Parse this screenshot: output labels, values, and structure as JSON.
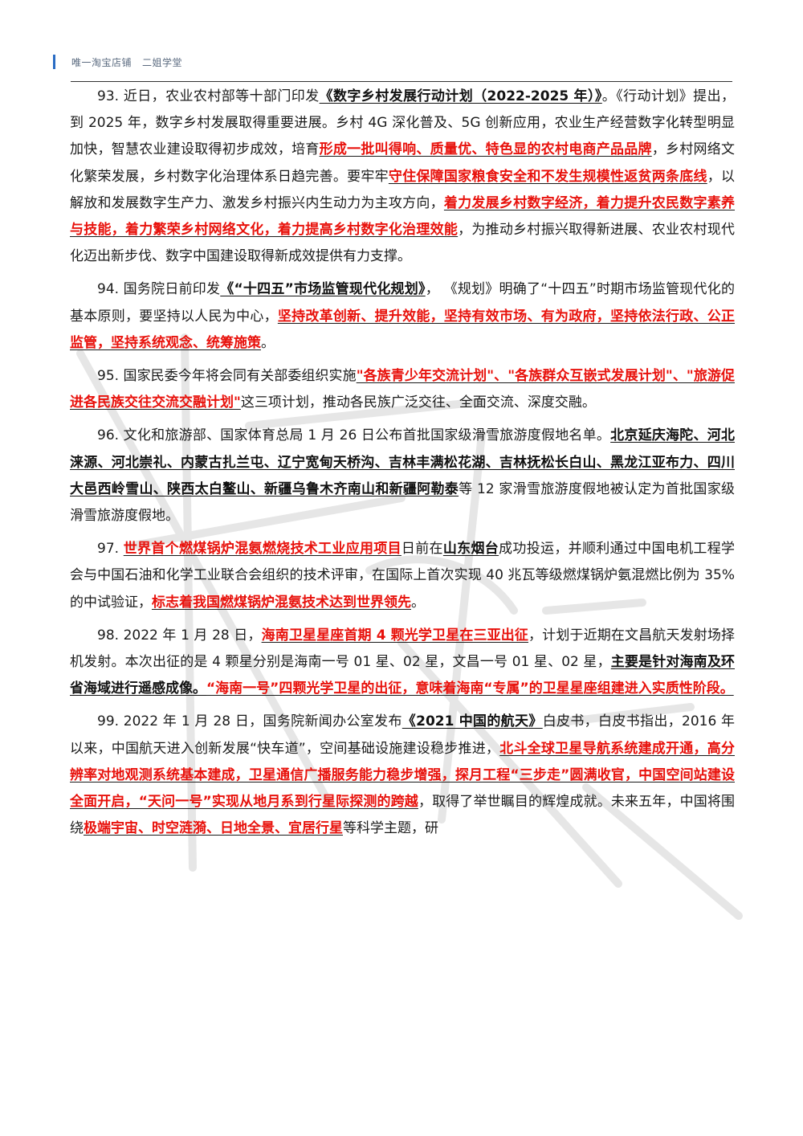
{
  "header": {
    "text": "唯一淘宝店铺   二姐学堂"
  },
  "paragraphs": [
    {
      "segments": [
        {
          "t": "93. 近日，农业农村部等十部门印发",
          "s": "n"
        },
        {
          "t": "《数字乡村发展行动计划（2022-2025 年）》",
          "s": "b"
        },
        {
          "t": "。《行动计划》提出，到 2025 年，数字乡村发展取得重要进展。乡村 4G 深化普及、5G 创新应用，农业生产经营数字化转型明显加快，智慧农业建设取得初步成效，培育",
          "s": "n"
        },
        {
          "t": "形成一批叫得响、质量优、特色显的农村电商产品品牌",
          "s": "r"
        },
        {
          "t": "，乡村网络文化繁荣发展，乡村数字化治理体系日趋完善。要牢牢",
          "s": "n"
        },
        {
          "t": "守住保障国家粮食安全和不发生规模性返贫两条底线",
          "s": "r"
        },
        {
          "t": "，以解放和发展数字生产力、激发乡村振兴内生动力为主攻方向，",
          "s": "n"
        },
        {
          "t": "着力发展乡村数字经济，着力提升农民数字素养与技能，着力繁荣乡村网络文化，着力提高乡村数字化治理效能",
          "s": "r"
        },
        {
          "t": "，为推动乡村振兴取得新进展、农业农村现代化迈出新步伐、数字中国建设取得新成效提供有力支撑。",
          "s": "n"
        }
      ]
    },
    {
      "segments": [
        {
          "t": "94. 国务院日前印发",
          "s": "n"
        },
        {
          "t": "《“十四五”市场监管现代化规划》",
          "s": "b"
        },
        {
          "t": "，  《规划》明确了“十四五”时期市场监管现代化的基本原则，要坚持以人民为中心，",
          "s": "n"
        },
        {
          "t": "坚持改革创新、提升效能，坚持有效市场、有为政府，坚持依法行政、公正监管，坚持系统观念、统筹施策",
          "s": "r"
        },
        {
          "t": "。",
          "s": "n"
        }
      ]
    },
    {
      "segments": [
        {
          "t": "95. 国家民委今年将会同有关部委组织实施",
          "s": "n"
        },
        {
          "t": "\"各族青少年交流计划\"、\"各族群众互嵌式发展计划\"、\"旅游促进各民族交往交流交融计划\"",
          "s": "r"
        },
        {
          "t": "这三项计划，推动各民族广泛交往、全面交流、深度交融。",
          "s": "n"
        }
      ]
    },
    {
      "segments": [
        {
          "t": "96. 文化和旅游部、国家体育总局 1 月 26 日公布首批国家级滑雪旅游度假地名单。",
          "s": "n"
        },
        {
          "t": "北京延庆海陀、河北涞源、河北崇礼、内蒙古扎兰屯、辽宁宽甸天桥沟、吉林丰满松花湖、吉林抚松长白山、黑龙江亚布力、四川大邑西岭雪山、陕西太白鳌山、新疆乌鲁木齐南山和新疆阿勒泰",
          "s": "b"
        },
        {
          "t": "等 12 家滑雪旅游度假地被认定为首批国家级滑雪旅游度假地。",
          "s": "n"
        }
      ]
    },
    {
      "segments": [
        {
          "t": "97. ",
          "s": "n"
        },
        {
          "t": "世界首个燃煤锅炉混氨燃烧技术工业应用项目",
          "s": "r"
        },
        {
          "t": "日前在",
          "s": "n"
        },
        {
          "t": "山东烟台",
          "s": "b"
        },
        {
          "t": "成功投运，并顺利通过中国电机工程学会与中国石油和化学工业联合会组织的技术评审，在国际上首次实现 40 兆瓦等级燃煤锅炉氨混燃比例为 35%的中试验证，",
          "s": "n"
        },
        {
          "t": "标志着我国燃煤锅炉混氨技术达到世界领先",
          "s": "r"
        },
        {
          "t": "。",
          "s": "n"
        }
      ]
    },
    {
      "segments": [
        {
          "t": "98. 2022 年 1 月 28 日，",
          "s": "n"
        },
        {
          "t": "海南卫星星座首期 4 颗光学卫星在三亚出征",
          "s": "r"
        },
        {
          "t": "，计划于近期在文昌航天发射场择机发射。本次出征的是 4 颗星分别是海南一号 01 星、02 星，文昌一号 01 星、02 星，",
          "s": "n"
        },
        {
          "t": "主要是针对海南及环省海域进行遥感成像。",
          "s": "b"
        },
        {
          "t": "“海南一号”四颗光学卫星的出征，意味着海南“专属”的卫星星座组建进入实质性阶段。",
          "s": "r"
        }
      ]
    },
    {
      "segments": [
        {
          "t": "99. 2022 年 1 月 28 日，国务院新闻办公室发布",
          "s": "n"
        },
        {
          "t": "《2021 中国的航天》",
          "s": "b"
        },
        {
          "t": "白皮书，白皮书指出，2016 年以来，中国航天进入创新发展“快车道”，空间基础设施建设稳步推进，",
          "s": "n"
        },
        {
          "t": "北斗全球卫星导航系统建成开通，高分辨率对地观测系统基本建成，卫星通信广播服务能力稳步增强，探月工程“三步走”圆满收官，中国空间站建设全面开启，“天问一号”实现从地月系到行星际探测的跨越",
          "s": "r"
        },
        {
          "t": "，取得了举世瞩目的辉煌成就。未来五年，中国将围绕",
          "s": "n"
        },
        {
          "t": "极端宇宙、时空涟漪、日地全景、宜居行星",
          "s": "r"
        },
        {
          "t": "等科学主题，研",
          "s": "n"
        }
      ]
    }
  ]
}
